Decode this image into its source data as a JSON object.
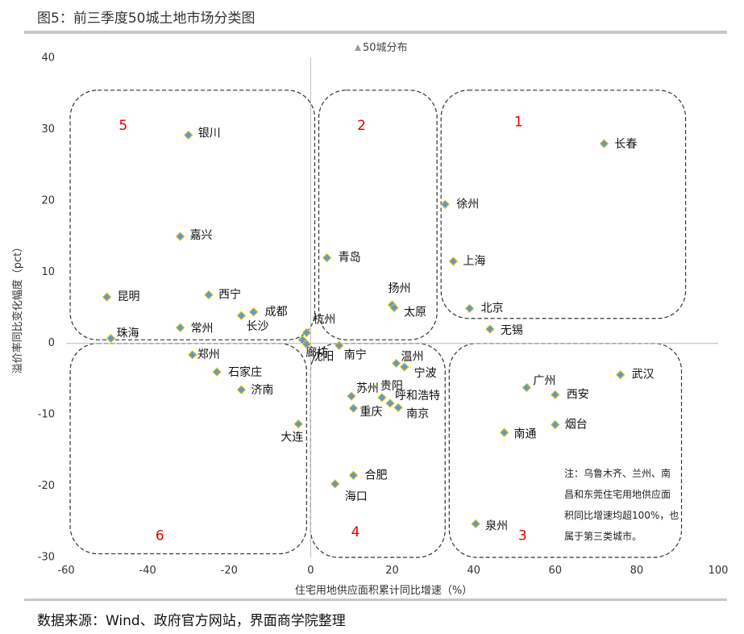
{
  "header": {
    "title": "图5：前三季度50城土地市场分类图"
  },
  "footer": {
    "source": "数据来源：Wind、政府官方网站，界面商学院整理"
  },
  "colors": {
    "marker": "#5b9bd5",
    "marker_edge": "#f2c000",
    "region_label": "#e00000",
    "axis": "#333333"
  },
  "chart_data": {
    "type": "scatter",
    "title": "",
    "legend": {
      "label": "50城分布",
      "position": "top-center"
    },
    "xlabel": "住宅用地供应面积累计同比增速（%）",
    "ylabel": "溢价率同比变化幅度（pct）",
    "xlim": [
      -60,
      100
    ],
    "ylim": [
      -30,
      40
    ],
    "xticks": [
      -60,
      -40,
      -20,
      0,
      20,
      40,
      60,
      80,
      100
    ],
    "yticks": [
      -30,
      -20,
      -10,
      0,
      10,
      20,
      30,
      40
    ],
    "grid": false,
    "points": [
      {
        "name": "长春",
        "x": 72,
        "y": 28
      },
      {
        "name": "银川",
        "x": -30,
        "y": 29.2
      },
      {
        "name": "徐州",
        "x": 33,
        "y": 19.5
      },
      {
        "name": "嘉兴",
        "x": -32,
        "y": 15
      },
      {
        "name": "青岛",
        "x": 4,
        "y": 12
      },
      {
        "name": "上海",
        "x": 35,
        "y": 11.5
      },
      {
        "name": "昆明",
        "x": -50,
        "y": 6.5
      },
      {
        "name": "西宁",
        "x": -25,
        "y": 6.8
      },
      {
        "name": "扬州",
        "x": 20,
        "y": 5.4
      },
      {
        "name": "太原",
        "x": 20.5,
        "y": 5
      },
      {
        "name": "北京",
        "x": 39,
        "y": 4.9
      },
      {
        "name": "成都",
        "x": -14,
        "y": 4.4
      },
      {
        "name": "长沙",
        "x": -17,
        "y": 3.9
      },
      {
        "name": "常州",
        "x": -32,
        "y": 2.2
      },
      {
        "name": "无锡",
        "x": 44,
        "y": 2
      },
      {
        "name": "杭州",
        "x": -1,
        "y": 1.5
      },
      {
        "name": "珠海",
        "x": -49,
        "y": 0.7
      },
      {
        "name": "廊坊",
        "x": -2,
        "y": 0.5
      },
      {
        "name": "沈阳",
        "x": -1,
        "y": -0.1
      },
      {
        "name": "南宁",
        "x": 7,
        "y": -0.3
      },
      {
        "name": "郑州",
        "x": -29,
        "y": -1.6
      },
      {
        "name": "温州",
        "x": 21,
        "y": -2.8
      },
      {
        "name": "宁波",
        "x": 23,
        "y": -3.3
      },
      {
        "name": "石家庄",
        "x": -23,
        "y": -4
      },
      {
        "name": "武汉",
        "x": 76,
        "y": -4.4
      },
      {
        "name": "广州",
        "x": 53,
        "y": -6.2
      },
      {
        "name": "济南",
        "x": -17,
        "y": -6.5
      },
      {
        "name": "西安",
        "x": 60,
        "y": -7.2
      },
      {
        "name": "苏州",
        "x": 10,
        "y": -7.4
      },
      {
        "name": "贵阳",
        "x": 17.5,
        "y": -7.6
      },
      {
        "name": "呼和浩特",
        "x": 19.5,
        "y": -8.4
      },
      {
        "name": "重庆",
        "x": 10.5,
        "y": -9.1
      },
      {
        "name": "南京",
        "x": 21.5,
        "y": -9
      },
      {
        "name": "大连",
        "x": -3,
        "y": -11.3
      },
      {
        "name": "烟台",
        "x": 60,
        "y": -11.4
      },
      {
        "name": "南通",
        "x": 47.5,
        "y": -12.5
      },
      {
        "name": "合肥",
        "x": 10.5,
        "y": -18.5
      },
      {
        "name": "海口",
        "x": 6,
        "y": -19.7
      },
      {
        "name": "泉州",
        "x": 40.5,
        "y": -25.3
      }
    ],
    "regions": [
      {
        "label": "1",
        "x0": 32,
        "x1": 92,
        "y0": 3.5,
        "y1": 35.5,
        "label_x": 51,
        "label_y": 31
      },
      {
        "label": "2",
        "x0": 2,
        "x1": 31,
        "y0": 0.5,
        "y1": 35.5,
        "label_x": 12.5,
        "label_y": 30.5
      },
      {
        "label": "3",
        "x0": 34,
        "x1": 91,
        "y0": -30,
        "y1": 0,
        "label_x": 52,
        "label_y": -27
      },
      {
        "label": "4",
        "x0": 0,
        "x1": 33,
        "y0": -30,
        "y1": 0,
        "label_x": 11,
        "label_y": -26.5
      },
      {
        "label": "5",
        "x0": -59,
        "x1": 1,
        "y0": 0.5,
        "y1": 35.5,
        "label_x": -46,
        "label_y": 30.5
      },
      {
        "label": "6",
        "x0": -59,
        "x1": -1,
        "y0": -29.5,
        "y1": 0,
        "label_x": -37,
        "label_y": -27
      }
    ],
    "annotation": {
      "lines": [
        "注：乌鲁木齐、兰州、南",
        "昌和东莞住宅用地供应面",
        "积同比增速均超100%，也",
        "属于第三类城市。"
      ]
    }
  }
}
